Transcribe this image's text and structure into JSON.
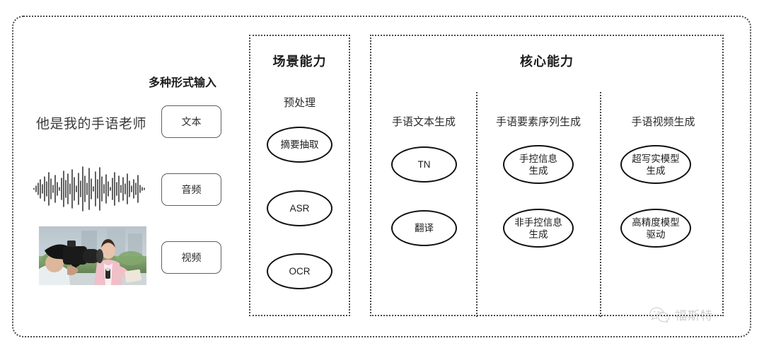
{
  "diagram": {
    "input_section": {
      "heading": "多种形式输入",
      "sample_sentence": "他是我的手语老师",
      "modalities": [
        {
          "label": "文本",
          "icon": "text-icon"
        },
        {
          "label": "音频",
          "icon": "waveform-icon"
        },
        {
          "label": "视频",
          "icon": "video-thumbnail-icon"
        }
      ]
    },
    "scene_panel": {
      "title": "场景能力",
      "group_label": "预处理",
      "nodes": [
        "摘要抽取",
        "ASR",
        "OCR"
      ]
    },
    "core_panel": {
      "title": "核心能力",
      "columns": [
        {
          "label": "手语文本生成",
          "nodes": [
            "TN",
            "翻译"
          ]
        },
        {
          "label": "手语要素序列生成",
          "nodes": [
            "手控信息\n生成",
            "非手控信息\n生成"
          ]
        },
        {
          "label": "手语视频生成",
          "nodes": [
            "超写实模型\n生成",
            "高精度模型\n驱动"
          ]
        }
      ]
    },
    "watermark": {
      "text": "福斯特",
      "icon": "wechat-icon"
    },
    "colors": {
      "border": "#4a4a4a",
      "node_stroke": "#111111",
      "text": "#1c1c1c",
      "chip_stroke": "#5b5f66",
      "background": "#ffffff"
    }
  }
}
